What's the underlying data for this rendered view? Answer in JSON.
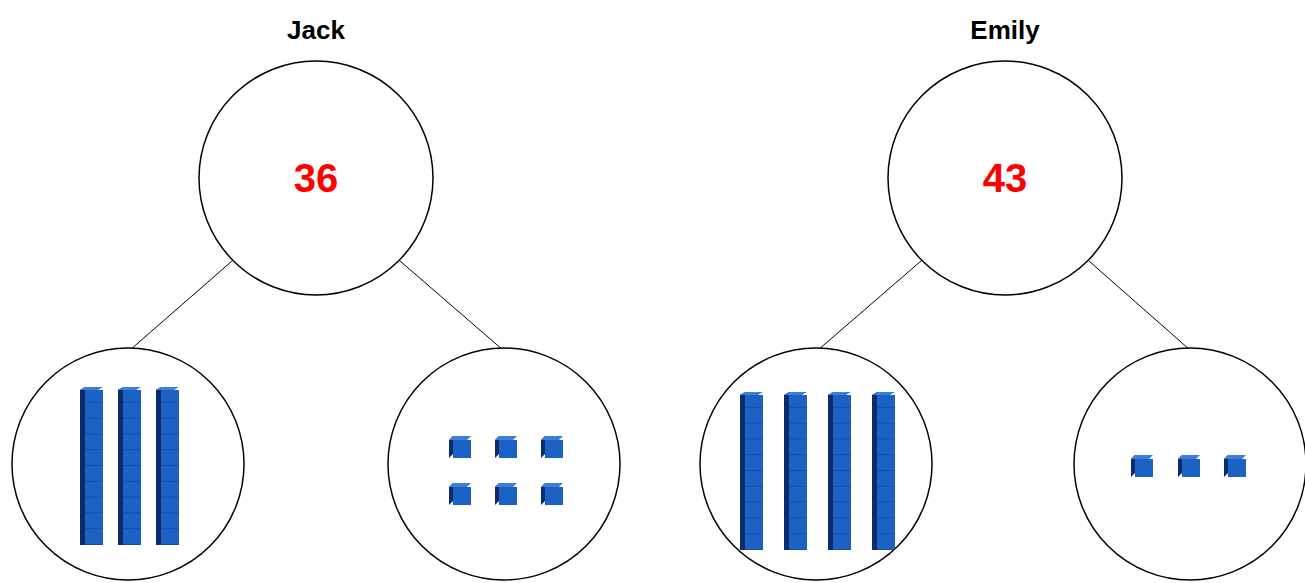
{
  "diagram": {
    "nodes": [
      {
        "text": [
          "Jack",
          "36"
        ]
      },
      {
        "text": [
          "Emily",
          "43"
        ]
      }
    ]
  }
}
